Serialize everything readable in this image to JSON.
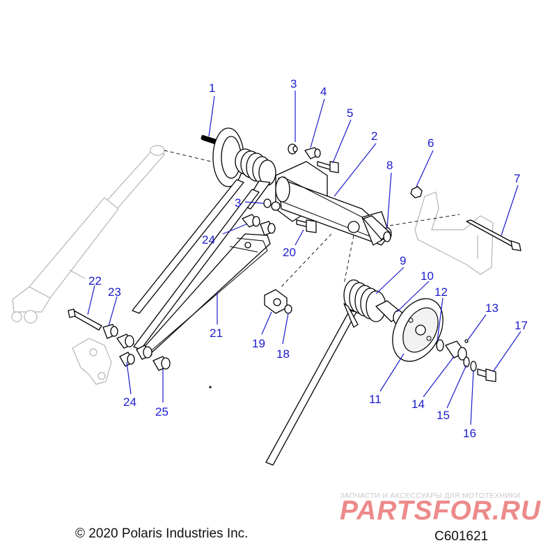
{
  "diagram": {
    "callouts": [
      {
        "id": "1",
        "label": "1"
      },
      {
        "id": "2",
        "label": "2"
      },
      {
        "id": "3a",
        "label": "3"
      },
      {
        "id": "3b",
        "label": "3"
      },
      {
        "id": "4",
        "label": "4"
      },
      {
        "id": "5",
        "label": "5"
      },
      {
        "id": "6",
        "label": "6"
      },
      {
        "id": "7",
        "label": "7"
      },
      {
        "id": "8",
        "label": "8"
      },
      {
        "id": "9",
        "label": "9"
      },
      {
        "id": "10",
        "label": "10"
      },
      {
        "id": "11",
        "label": "11"
      },
      {
        "id": "12",
        "label": "12"
      },
      {
        "id": "13",
        "label": "13"
      },
      {
        "id": "14",
        "label": "14"
      },
      {
        "id": "15",
        "label": "15"
      },
      {
        "id": "16",
        "label": "16"
      },
      {
        "id": "17",
        "label": "17"
      },
      {
        "id": "18",
        "label": "18"
      },
      {
        "id": "19",
        "label": "19"
      },
      {
        "id": "20",
        "label": "20"
      },
      {
        "id": "21",
        "label": "21"
      },
      {
        "id": "22",
        "label": "22"
      },
      {
        "id": "23",
        "label": "23"
      },
      {
        "id": "24a",
        "label": "24"
      },
      {
        "id": "24b",
        "label": "24"
      },
      {
        "id": "25",
        "label": "25"
      }
    ],
    "colors": {
      "callout": "#1a1acc",
      "line": "#000000",
      "ghost": "#b5b5b5",
      "watermark_brand": "#ed8a8a",
      "watermark_text": "#c9c9c9"
    }
  },
  "footer": {
    "copyright": "© 2020 Polaris Industries Inc.",
    "figure_code": "C601621"
  },
  "watermark": {
    "tagline": "ЗАПЧАСТИ И АКСЕССУАРЫ ДЛЯ МОТОТЕХНИКИ",
    "brand": "PARTSFOR.RU"
  }
}
